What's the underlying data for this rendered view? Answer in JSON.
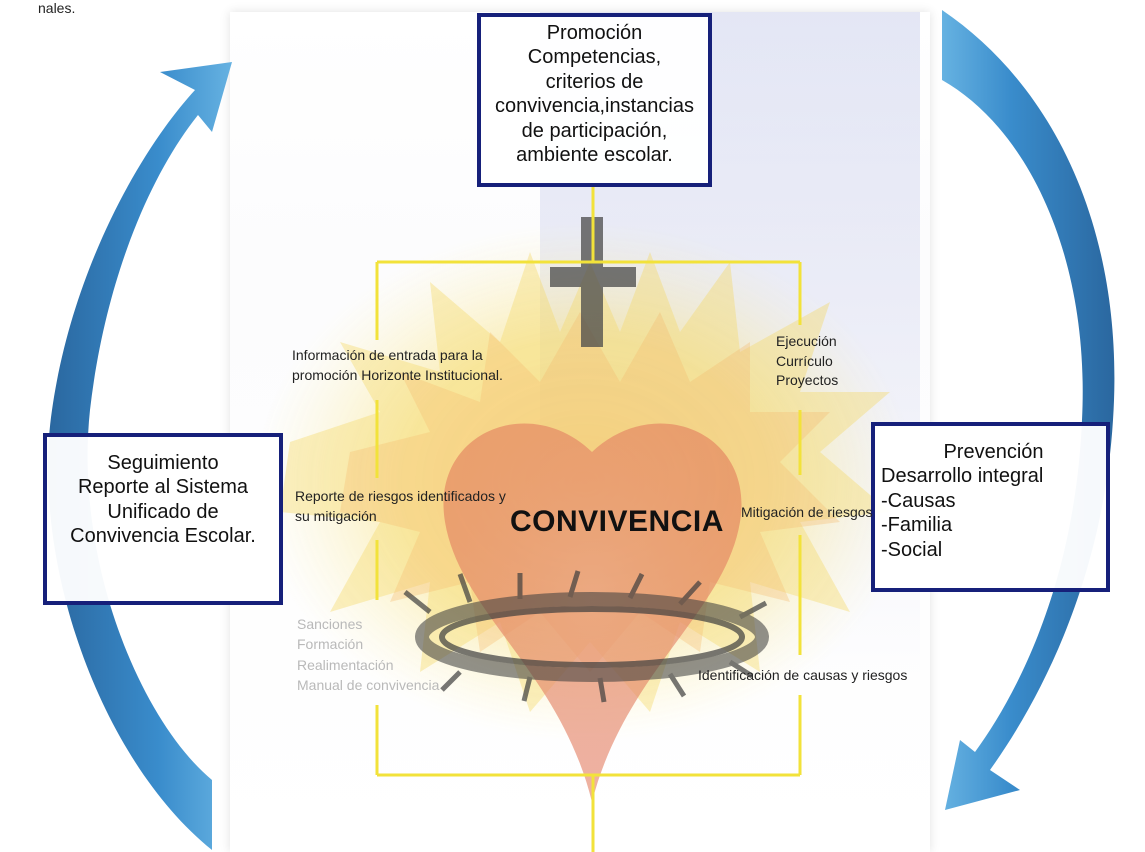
{
  "top_caption": "nales.",
  "promocion": {
    "title": "Promoción",
    "body": "Competencias, criterios de convivencia,instancias de participación, ambiente escolar."
  },
  "seguimiento": {
    "title": "Seguimiento",
    "body": "Reporte al Sistema Unificado de Convivencia Escolar."
  },
  "prevencion": {
    "title": "Prevención",
    "items": [
      "Desarrollo integral",
      "-Causas",
      "-Familia",
      "-Social"
    ]
  },
  "center": "CONVIVENCIA",
  "left_labels": {
    "info_line1": "Información de entrada para la",
    "info_line2": "promoción Horizonte Institucional.",
    "reporte_line1": "Reporte de riesgos identificados y",
    "reporte_line2": "su mitigación",
    "faded_items": [
      "Sanciones",
      "Formación",
      "Realimentación",
      "Manual de convivencia"
    ]
  },
  "right_labels": {
    "ejecucion_items": [
      "Ejecución",
      "Currículo",
      "Proyectos"
    ],
    "mitigacion": "Mitigación de riesgos",
    "identificacion": "Identificación de causas y riesgos"
  },
  "colors": {
    "box_border": "#16207a",
    "connector": "#f2e23a",
    "arrow_blue": "#2a7fc0"
  }
}
